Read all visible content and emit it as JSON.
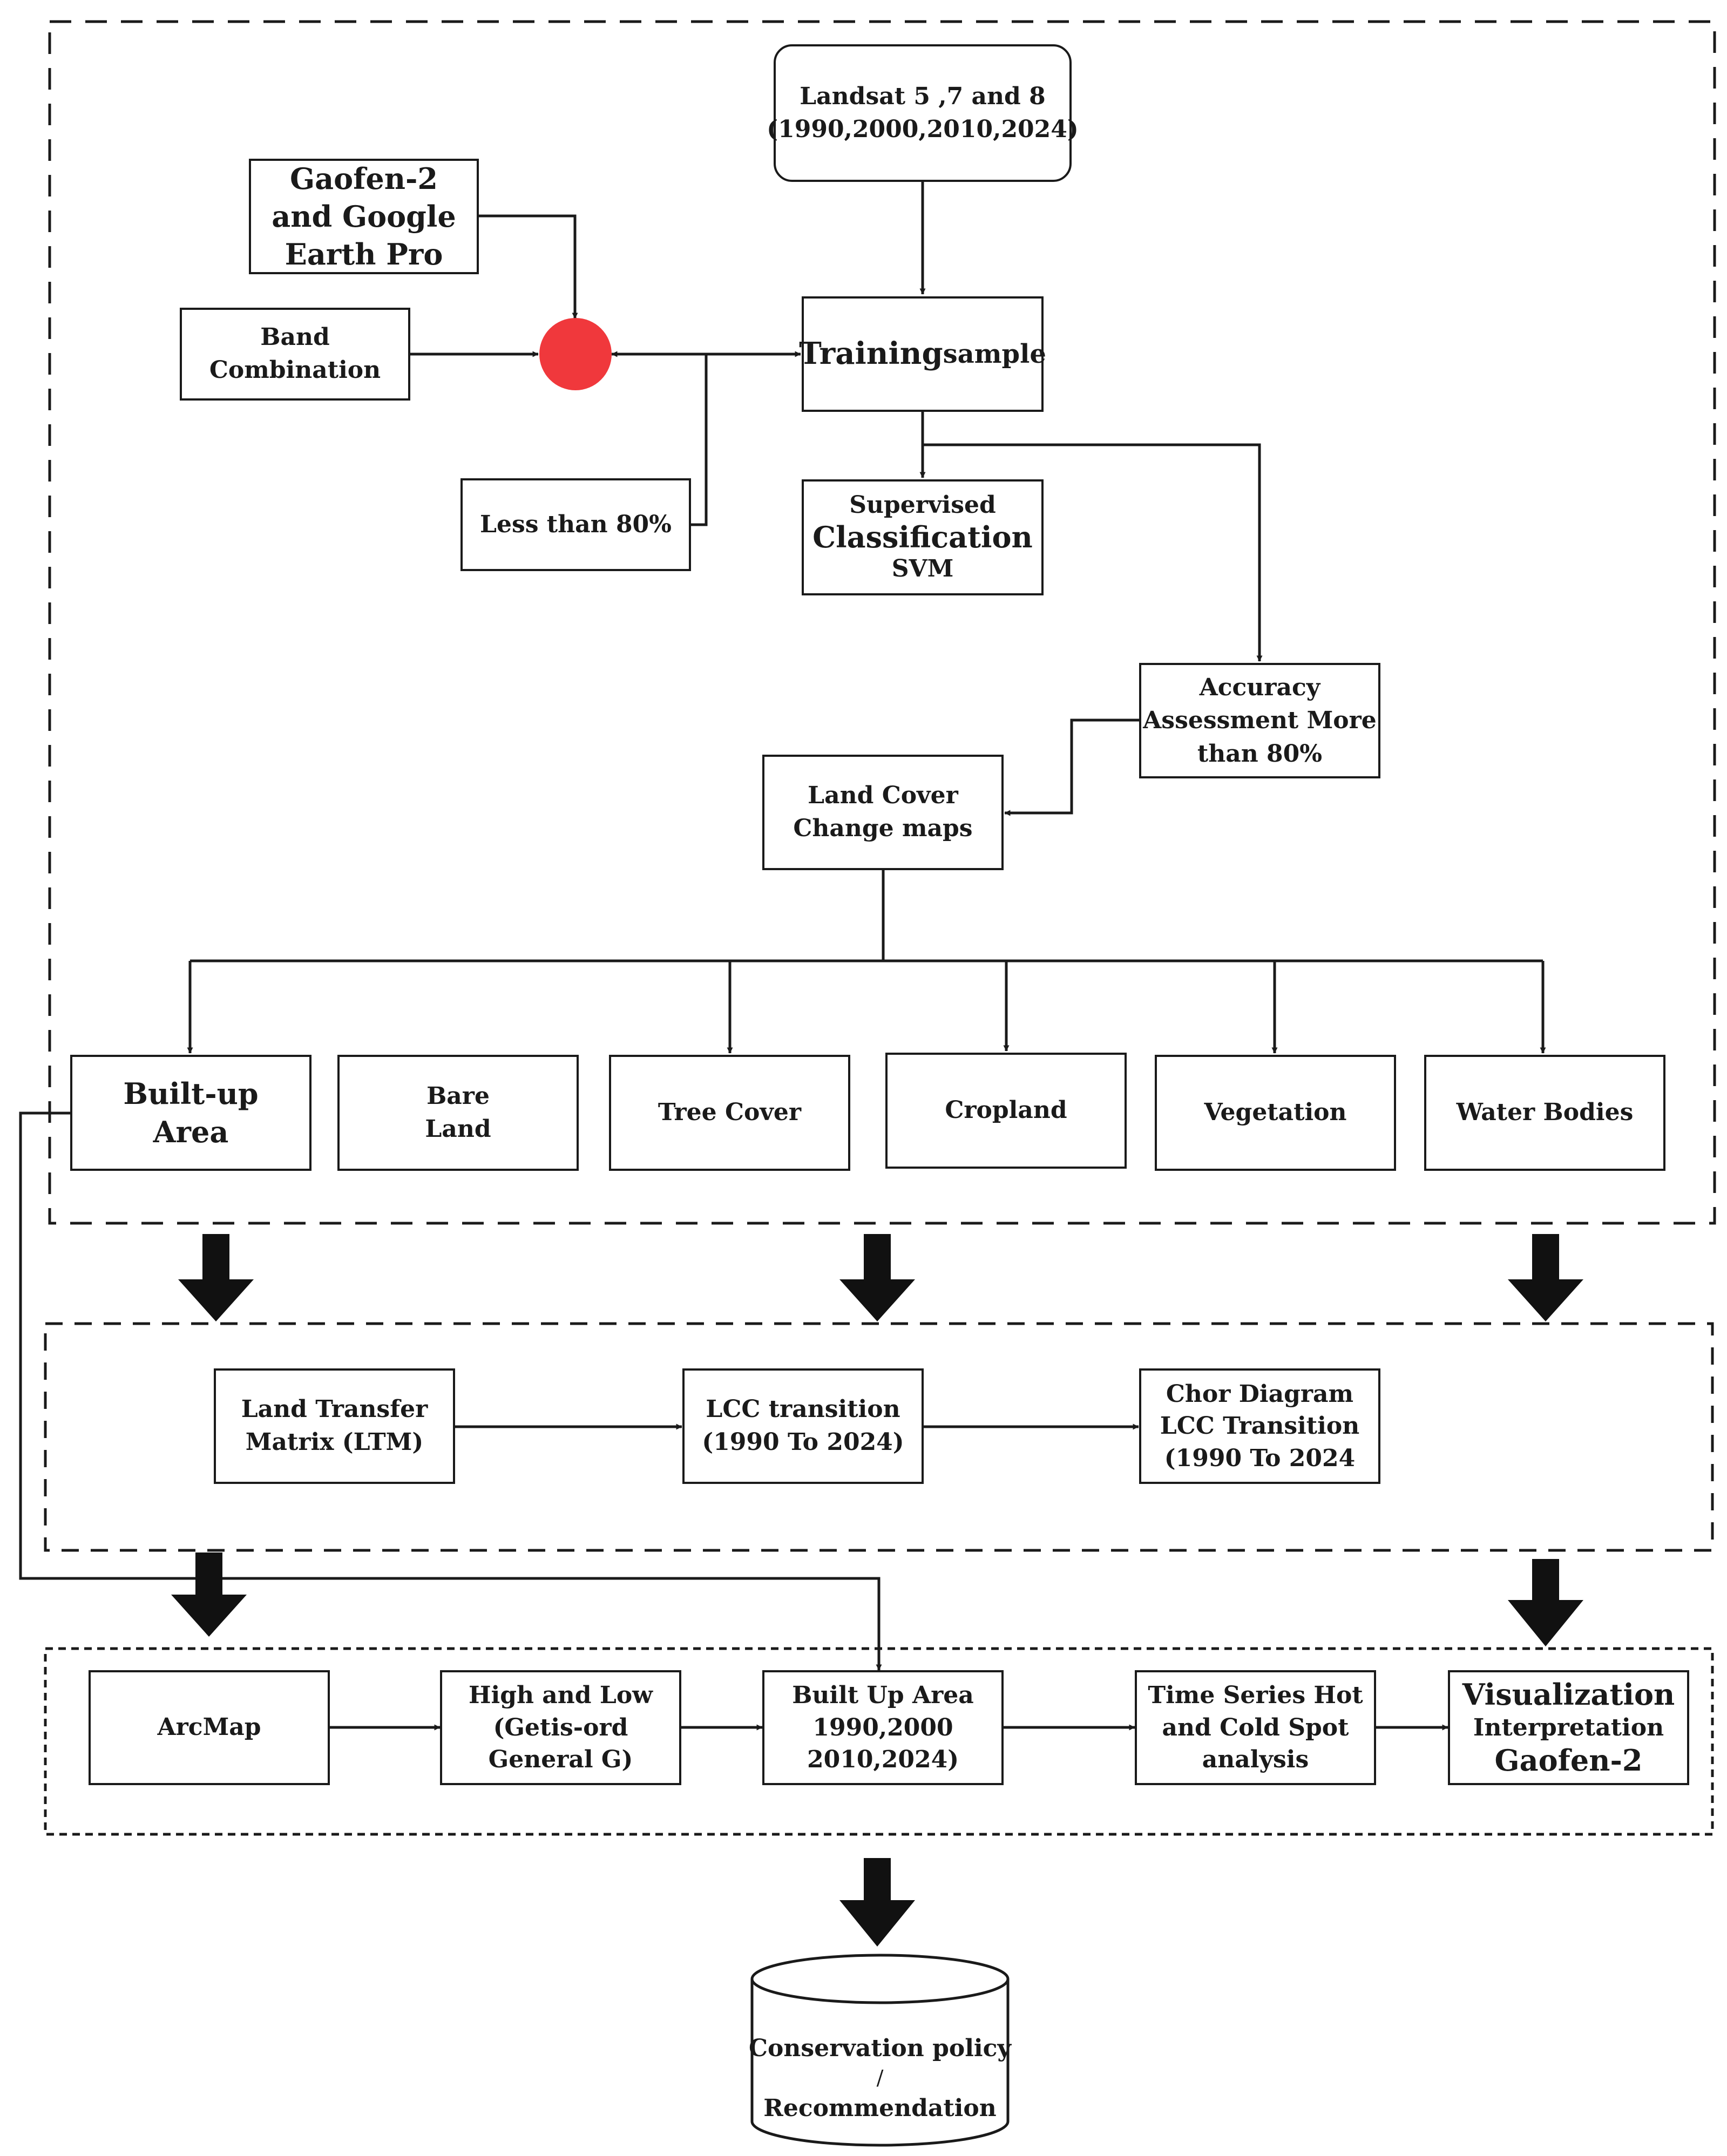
{
  "sources": {
    "landsat": [
      "Landsat 5 ,7 and 8",
      "(1990,2000,2010,2024)"
    ],
    "gaofen": [
      "Gaofen-2",
      "and Google",
      "Earth Pro"
    ],
    "band": [
      "Band",
      "Combination"
    ]
  },
  "training": {
    "label": "Training",
    "suffix": "sample"
  },
  "less_than": "Less than 80%",
  "supervised": [
    "Supervised",
    "Classification",
    "SVM"
  ],
  "accuracy": [
    "Accuracy",
    "Assessment More",
    "than 80%"
  ],
  "land_cover_maps": [
    "Land Cover",
    "Change maps"
  ],
  "classes": {
    "built_up": [
      "Built-up",
      "Area"
    ],
    "bare_land": [
      "Bare",
      "Land"
    ],
    "tree_cover": "Tree Cover",
    "cropland": "Cropland",
    "vegetation": "Vegetation",
    "water_bodies": "Water Bodies"
  },
  "transition": {
    "ltm": [
      "Land Transfer",
      "Matrix (LTM)"
    ],
    "lcc": [
      "LCC transition",
      "(1990 To 2024)"
    ],
    "chord": [
      "Chor Diagram",
      "LCC Transition",
      "(1990 To 2024"
    ]
  },
  "hotspot": {
    "arcmap": "ArcMap",
    "high_low": [
      "High and Low",
      "(Getis-ord",
      "General G)"
    ],
    "built_up_years": [
      "Built Up Area",
      "1990,2000",
      "2010,2024)"
    ],
    "time_series": [
      "Time Series Hot",
      "and Cold Spot",
      "analysis"
    ],
    "visualization": [
      "Visualization",
      "Interpretation",
      "Gaofen-2"
    ]
  },
  "output": [
    "Conservation policy",
    "/",
    "Recommendation"
  ],
  "colors": {
    "ink": "#1a1a1a",
    "decision_dot": "#f0383c",
    "background": "#ffffff"
  }
}
